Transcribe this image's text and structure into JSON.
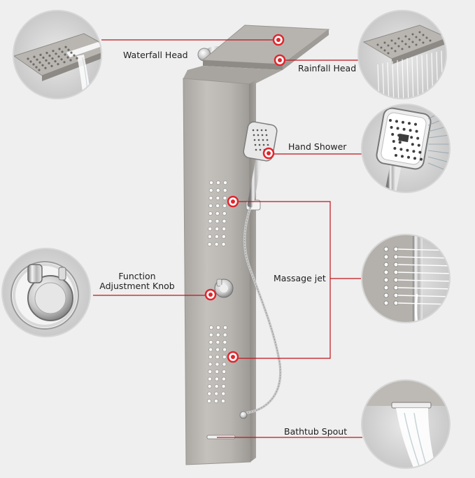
{
  "labels": {
    "waterfall_head": "Waterfall Head",
    "rainfall_head": "Rainfall Head",
    "hand_shower": "Hand Shower",
    "massage_jet": "Massage jet",
    "function_line1": "Function",
    "function_line2": "Adjustment Knob",
    "bathtub_spout": "Bathtub  Spout"
  },
  "icons": [
    "waterfall-head-detail",
    "rainfall-head-detail",
    "hand-shower-detail",
    "massage-jet-detail",
    "function-knob-detail",
    "bathtub-spout-detail"
  ],
  "colors": {
    "background": "#efefef",
    "panel": "#b9b6b2",
    "callout_line": "#c0141b",
    "marker": "#e0262d"
  }
}
